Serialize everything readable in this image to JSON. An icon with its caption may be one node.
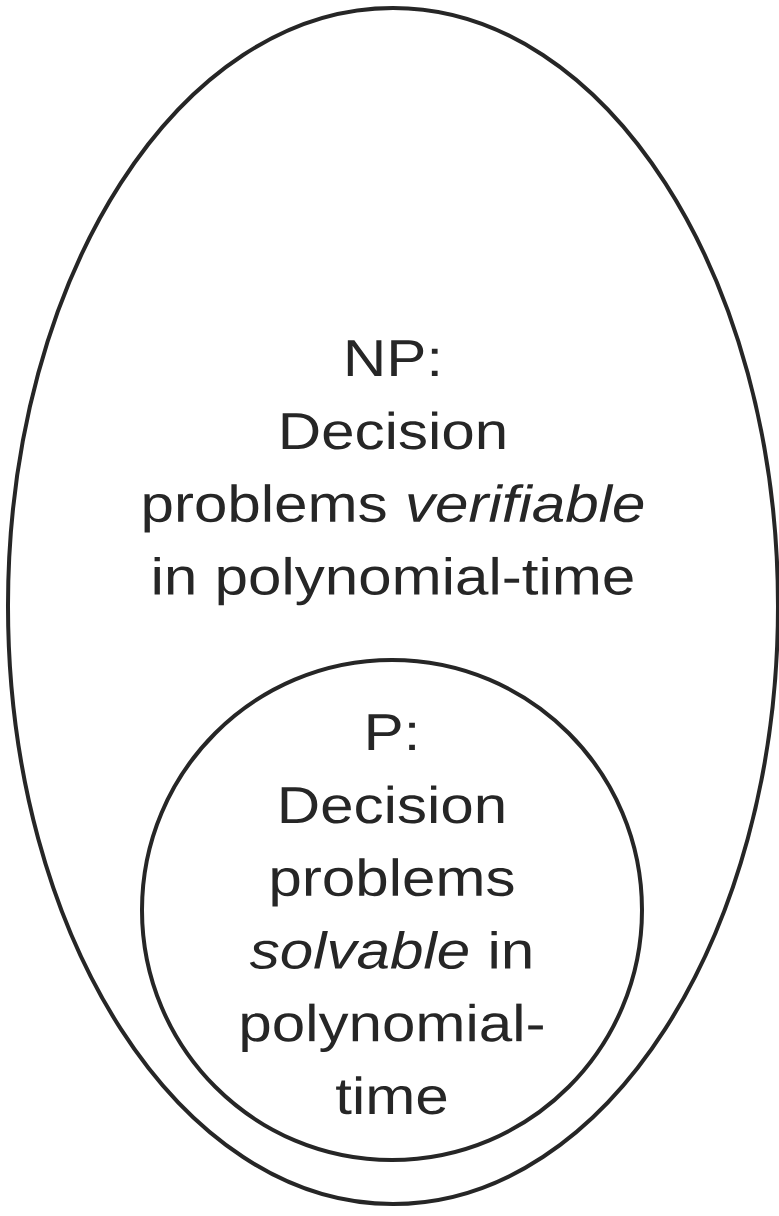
{
  "diagram": {
    "nodes": [
      {
        "text": [
          "NP:",
          "Decision problems *verifiable* in polynomial-time"
        ]
      },
      {
        "text": [
          "P:",
          "Decision problems *solvable* in polynomial-time"
        ],
        "in": 0
      }
    ]
  }
}
